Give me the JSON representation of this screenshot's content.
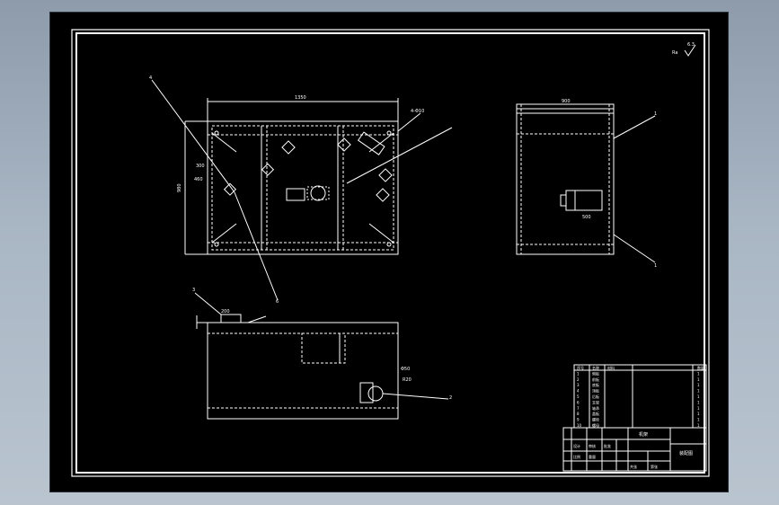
{
  "drawing": {
    "background": "#000000",
    "line_color": "#ffffff",
    "roughness_note": "Ra",
    "roughness_value": "6.3",
    "front_view": {
      "overall_width": "1350",
      "height": "980",
      "callout_tl": "4",
      "callout_br": "6",
      "callout_tr": "4-Φ10",
      "side_dim_a": "300",
      "side_dim_b": "460"
    },
    "side_view": {
      "overall_width": "900",
      "callout_top": "1",
      "callout_bottom": "1",
      "inner_dim": "500"
    },
    "bottom_view": {
      "callout_left": "3",
      "callout_right": "2",
      "dim_a": "200",
      "dim_b": "Φ50",
      "dim_c": "R20"
    }
  },
  "bom": {
    "header": [
      "序号",
      "名称",
      "材料",
      "数量"
    ],
    "rows": [
      [
        "1",
        "侧板",
        "",
        "1"
      ],
      [
        "2",
        "前板",
        "",
        "1"
      ],
      [
        "3",
        "底板",
        "",
        "1"
      ],
      [
        "4",
        "顶板",
        "",
        "1"
      ],
      [
        "5",
        "后板",
        "",
        "1"
      ],
      [
        "6",
        "支架",
        "",
        "1"
      ],
      [
        "7",
        "轴承",
        "",
        "1"
      ],
      [
        "8",
        "盖板",
        "",
        "1"
      ],
      [
        "9",
        "螺栓",
        "",
        "1"
      ],
      [
        "10",
        "螺母",
        "",
        "1"
      ]
    ]
  },
  "title_block": {
    "name": "机架",
    "drawing_no": "装配图",
    "labels": [
      "设计",
      "审核",
      "批准",
      "比例",
      "重量",
      "共张",
      "第张"
    ]
  }
}
